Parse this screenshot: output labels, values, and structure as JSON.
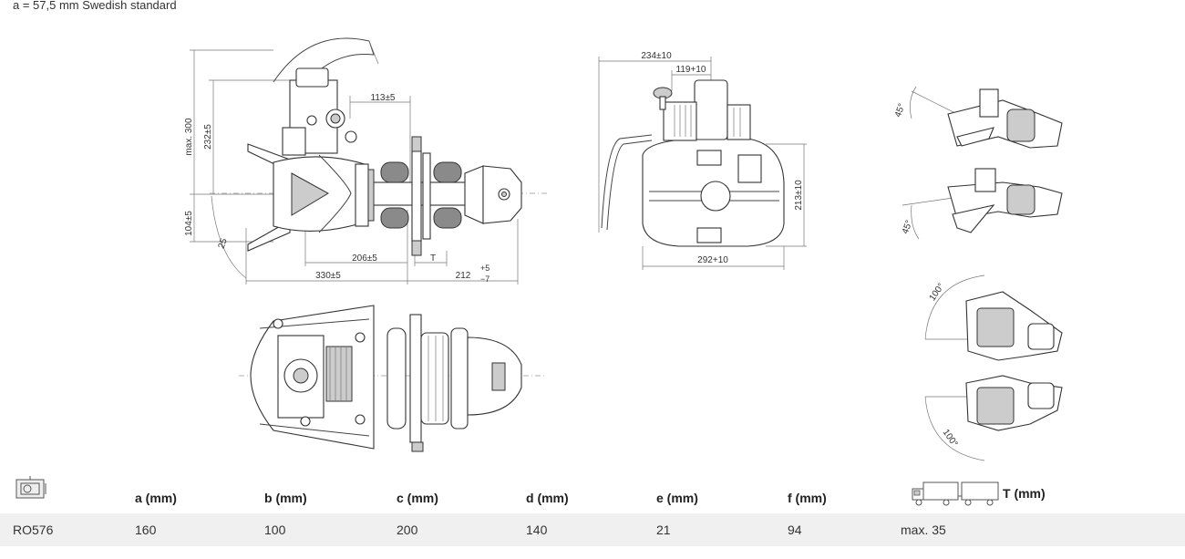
{
  "caption": "a = 57,5 mm Swedish standard",
  "dimensions": {
    "side": {
      "max_height": "max. 300",
      "upper": "232±5",
      "lower": "104±5",
      "offset": "113±5",
      "mid": "206±5",
      "length": "330±5",
      "t": "T",
      "tail": "212",
      "tail_tol_plus": "+5",
      "tail_tol_minus": "−7",
      "angle": "25"
    },
    "front": {
      "width_top": "234±10",
      "width_inner": "119+10",
      "height": "213±10",
      "width_bottom": "292+10"
    },
    "angles": {
      "up": "45°",
      "down": "45°",
      "swing_left": "100°",
      "swing_right": "100°"
    }
  },
  "table": {
    "headers": [
      "a (mm)",
      "b (mm)",
      "c (mm)",
      "d (mm)",
      "e (mm)",
      "f (mm)",
      "T (mm)"
    ],
    "row": {
      "model": "RO576",
      "values": [
        "160",
        "100",
        "200",
        "140",
        "21",
        "94",
        "max. 35"
      ]
    }
  }
}
